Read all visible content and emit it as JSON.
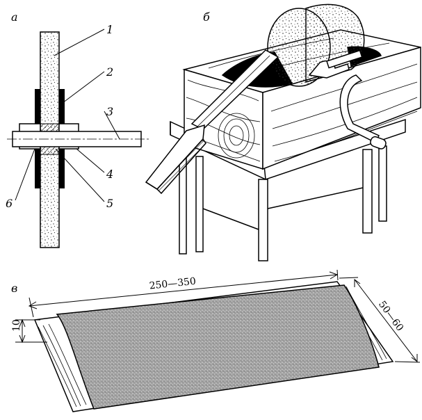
{
  "panels": {
    "a": {
      "letter": "а",
      "callouts": [
        "1",
        "2",
        "3",
        "4",
        "5",
        "6"
      ]
    },
    "b": {
      "letter": "б"
    },
    "v": {
      "letter": "в",
      "length_dim": "250—350",
      "width_dim": "50—60",
      "thickness_dim": "10"
    }
  },
  "colors": {
    "line": "#000000",
    "grit_fill": "#9a9a9a",
    "background": "#ffffff"
  }
}
